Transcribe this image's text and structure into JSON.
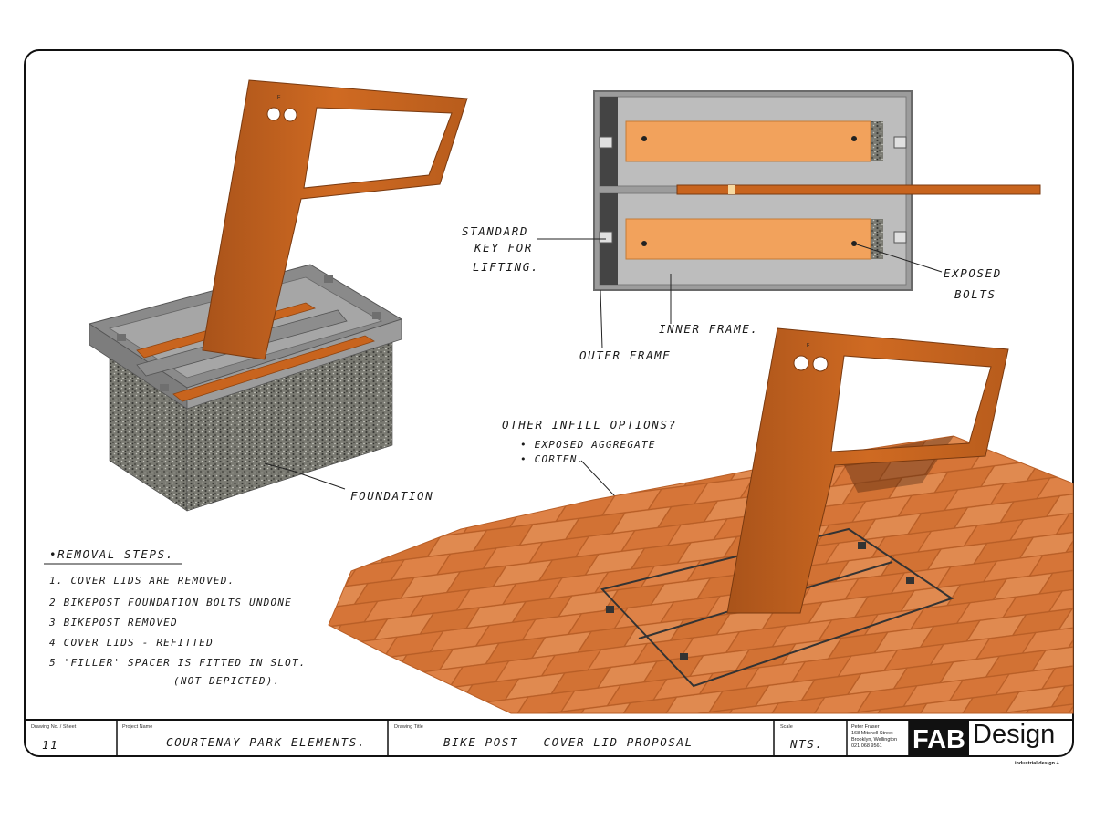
{
  "annotations": {
    "standard_key": [
      "STANDARD",
      "KEY FOR",
      "LIFTING."
    ],
    "exposed_bolts": [
      "EXPOSED",
      "BOLTS"
    ],
    "inner_frame": "INNER FRAME.",
    "outer_frame": "OUTER FRAME",
    "foundation": "FOUNDATION",
    "infill_title": "OTHER INFILL OPTIONS?",
    "infill_options": [
      "• EXPOSED AGGREGATE",
      "• CORTEN."
    ]
  },
  "removal": {
    "title": "•REMOVAL STEPS.",
    "steps": [
      "1. COVER LIDS ARE REMOVED.",
      "2  BIKEPOST FOUNDATION BOLTS UNDONE",
      "3  BIKEPOST REMOVED",
      "4  COVER LIDS - REFITTED",
      "5 'FILLER' SPACER IS FITTED IN SLOT.",
      "(NOT DEPICTED)."
    ]
  },
  "title_block": {
    "drawing_no_label": "Drawing No. / Sheet",
    "drawing_no": "11",
    "project_label": "Project Name",
    "project": "COURTENAY PARK ELEMENTS.",
    "drawing_title_label": "Drawing Title",
    "drawing_title": "BIKE POST - COVER LID PROPOSAL",
    "scale_label": "Scale",
    "scale": "NTS.",
    "contact": [
      "Peter Fraser",
      "168 Mitchell Street",
      "Brooklyn, Wellington",
      "021 068 9561"
    ],
    "logo_bold": "FAB",
    "logo_light": "Design",
    "tagline": "industrial design +"
  },
  "colors": {
    "corten": "#c8641e",
    "corten_dark": "#8f4410",
    "corten_light": "#f2a25c",
    "steel": "#9a9a9a",
    "steel_dark": "#6f6f6f",
    "paver": "#d8783c",
    "border": "#111111"
  }
}
